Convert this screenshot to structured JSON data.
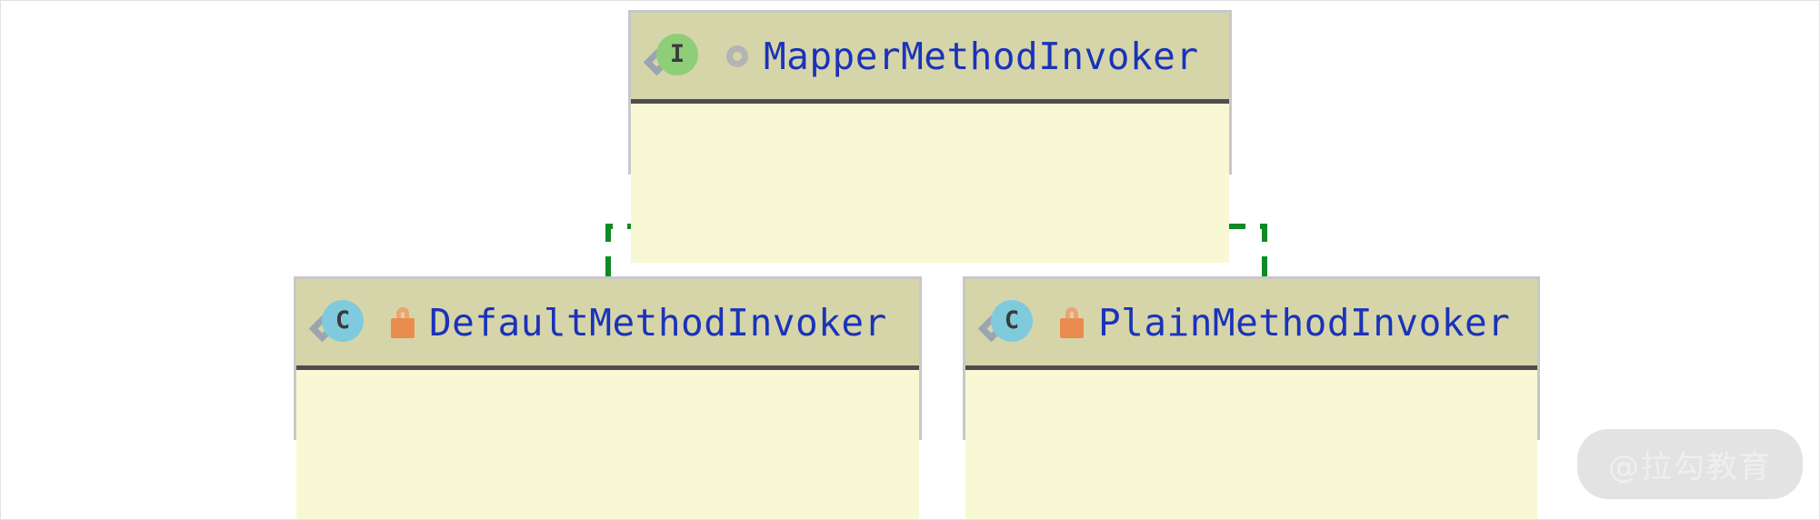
{
  "diagram": {
    "type": "uml-class-diagram",
    "background_color": "#ffffff",
    "nodes": [
      {
        "id": "mapper-method-invoker",
        "name": "MapperMethodInvoker",
        "stereotype": "interface",
        "stereotype_letter": "I",
        "visibility": "public",
        "visibility_icon": "ring-icon",
        "header_color": "#d6d5aa",
        "body_color": "#f9f8d4",
        "title_color": "#1a33b8",
        "icon_color": "#8fce79",
        "members": []
      },
      {
        "id": "default-method-invoker",
        "name": "DefaultMethodInvoker",
        "stereotype": "class",
        "stereotype_letter": "C",
        "visibility": "private",
        "visibility_icon": "lock-icon",
        "header_color": "#d6d5aa",
        "body_color": "#f9f8d4",
        "title_color": "#1a33b8",
        "icon_color": "#7fcbdd",
        "members": []
      },
      {
        "id": "plain-method-invoker",
        "name": "PlainMethodInvoker",
        "stereotype": "class",
        "stereotype_letter": "C",
        "visibility": "private",
        "visibility_icon": "lock-icon",
        "header_color": "#d6d5aa",
        "body_color": "#f9f8d4",
        "title_color": "#1a33b8",
        "icon_color": "#7fcbdd",
        "members": []
      }
    ],
    "edges": [
      {
        "id": "edge-default-implements-mapper",
        "from": "default-method-invoker",
        "to": "mapper-method-invoker",
        "relationship": "realization",
        "line_style": "dashed",
        "arrow_head": "filled-triangle",
        "color": "#0f8a26"
      },
      {
        "id": "edge-plain-implements-mapper",
        "from": "plain-method-invoker",
        "to": "mapper-method-invoker",
        "relationship": "realization",
        "line_style": "dashed",
        "arrow_head": "filled-triangle",
        "color": "#0f8a26"
      }
    ]
  },
  "watermark": {
    "text": "@拉勾教育",
    "pill_color": "#e3e3e3",
    "text_color": "#efefef"
  }
}
